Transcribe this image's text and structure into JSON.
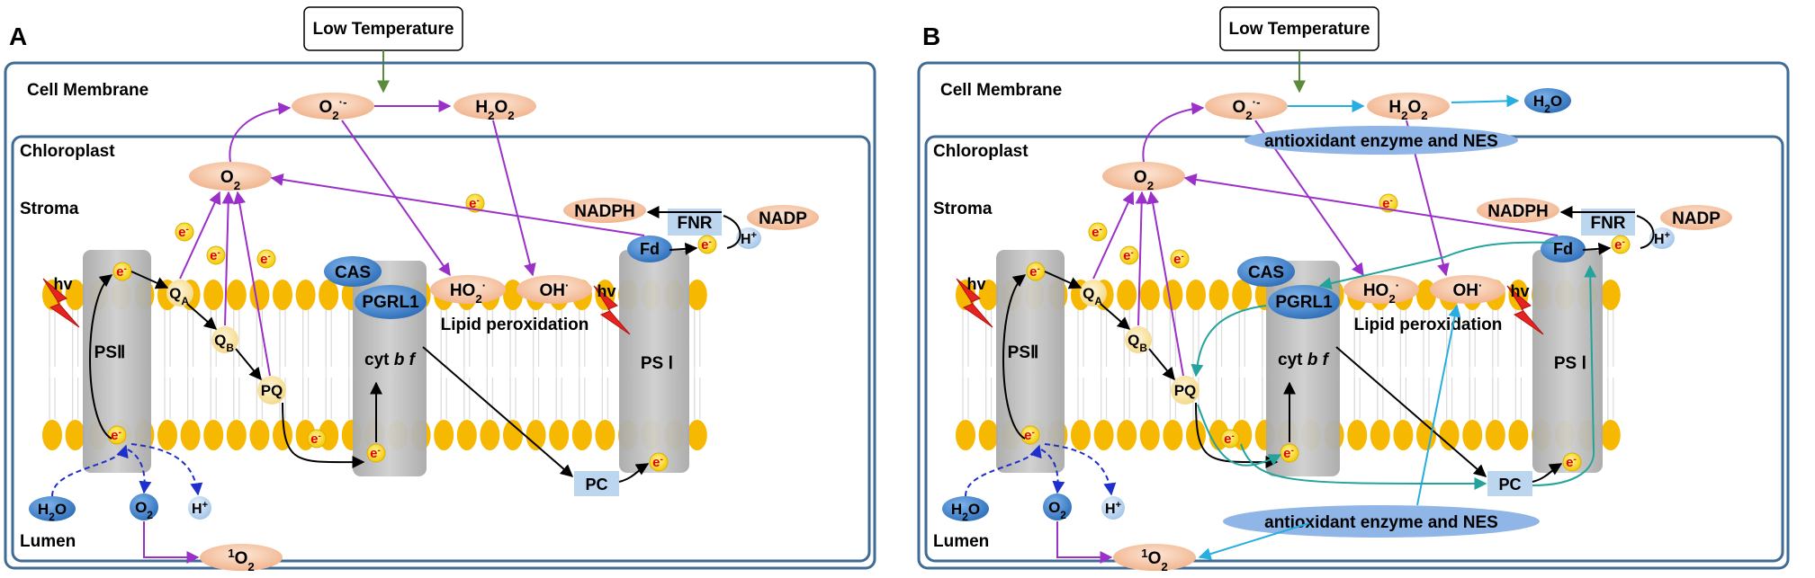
{
  "figure": {
    "panels": [
      {
        "letter": "A",
        "temperature": "Low Temperature",
        "cell_membrane": "Cell Membrane",
        "chloroplast": "Chloroplast",
        "stroma": "Stroma",
        "lumen": "Lumen",
        "lipid_peroxidation": "Lipid peroxidation",
        "hv": "hv",
        "electron": "e",
        "psii": "PSⅡ",
        "psi": "PS Ⅰ",
        "cyt_pre": "cyt ",
        "cyt_b": "b",
        "cyt_f": "f",
        "cas": "CAS",
        "pgrl1": "PGRL1",
        "fnr": "FNR",
        "fd": "Fd",
        "nadph": "NADPH",
        "nadp": "NADP",
        "pc": "PC",
        "pq": "PQ",
        "qa": "Q",
        "qa_sub": "A",
        "qb": "Q",
        "qb_sub": "B",
        "o2": "O",
        "o2_sub": "2",
        "superoxide_sup": "·-",
        "h2o2_h": "H",
        "h2o2_sub": "2",
        "h2o2_o": "O",
        "ho2": "HO",
        "ho2_sup": "·",
        "oh": "OH",
        "oh_sup": "·",
        "singlet_sup": "1",
        "h2o_h": "H",
        "h2o_o": "O",
        "hplus": "H",
        "hplus_sup": "+"
      },
      {
        "letter": "B",
        "temperature": "Low Temperature",
        "cell_membrane": "Cell Membrane",
        "chloroplast": "Chloroplast",
        "stroma": "Stroma",
        "lumen": "Lumen",
        "lipid_peroxidation": "Lipid peroxidation",
        "hv": "hv",
        "electron": "e",
        "psii": "PSⅡ",
        "psi": "PS Ⅰ",
        "cyt_pre": "cyt ",
        "cyt_b": "b",
        "cyt_f": "f",
        "cas": "CAS",
        "pgrl1": "PGRL1",
        "fnr": "FNR",
        "fd": "Fd",
        "nadph": "NADPH",
        "nadp": "NADP",
        "pc": "PC",
        "pq": "PQ",
        "qa": "Q",
        "qa_sub": "A",
        "qb": "Q",
        "qb_sub": "B",
        "o2": "O",
        "o2_sub": "2",
        "superoxide_sup": "·-",
        "h2o2_h": "H",
        "h2o2_sub": "2",
        "h2o2_o": "O",
        "ho2": "HO",
        "ho2_sup": "·",
        "oh": "OH",
        "oh_sup": "·",
        "singlet_sup": "1",
        "h2o_h": "H",
        "h2o_o": "O",
        "hplus": "H",
        "hplus_sup": "+",
        "water_h": "H",
        "water_sub": "2",
        "water_o": "O",
        "antioxidant_top": "antioxidant enzyme and NES",
        "antioxidant_bottom": "antioxidant enzyme and NES"
      }
    ],
    "colors": {
      "membrane_border": "#3f6b94",
      "ros_fill": "#f6c8a8",
      "purple_arrow": "#9b30c8",
      "green_arrow": "#5b8a3a",
      "cyan_arrow": "#25aee0",
      "teal_arrow": "#23a39b",
      "blue_dashed": "#1f2fcc",
      "lipid_head": "#f6b800",
      "complex_grey": "#bdbdbd",
      "pgrl1_blue": "#3f7fc6",
      "electron_fill": "#ffe000",
      "electron_text": "#e60000"
    }
  }
}
